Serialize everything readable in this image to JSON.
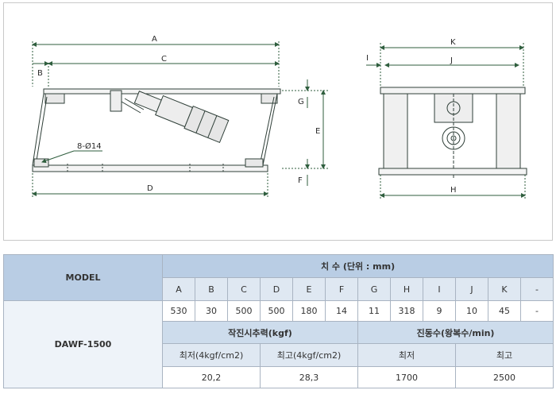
{
  "drawing": {
    "labels": {
      "A": "A",
      "B": "B",
      "C": "C",
      "D": "D",
      "E": "E",
      "F": "F",
      "G": "G",
      "H": "H",
      "I": "I",
      "J": "J",
      "K": "K"
    },
    "hole_note": "8-Ø14"
  },
  "table": {
    "model_header": "MODEL",
    "dim_header": "치 수 (단위 : mm)",
    "columns": [
      "A",
      "B",
      "C",
      "D",
      "E",
      "F",
      "G",
      "H",
      "I",
      "J",
      "K",
      "-"
    ],
    "model_name": "DAWF-1500",
    "values": [
      "530",
      "30",
      "500",
      "500",
      "180",
      "14",
      "11",
      "318",
      "9",
      "10",
      "45",
      "-"
    ],
    "force_header": "작진시추력(kgf)",
    "vib_header": "진동수(왕복수/min)",
    "force_min_label": "최저(4kgf/cm2)",
    "force_max_label": "최고(4kgf/cm2)",
    "vib_min_label": "최저",
    "vib_max_label": "최고",
    "force_min": "20,2",
    "force_max": "28,3",
    "vib_min": "1700",
    "vib_max": "2500"
  },
  "colors": {
    "header_bg": "#b9cde4",
    "subheader_bg": "#dfe8f2",
    "line": "#2f5e3e"
  }
}
